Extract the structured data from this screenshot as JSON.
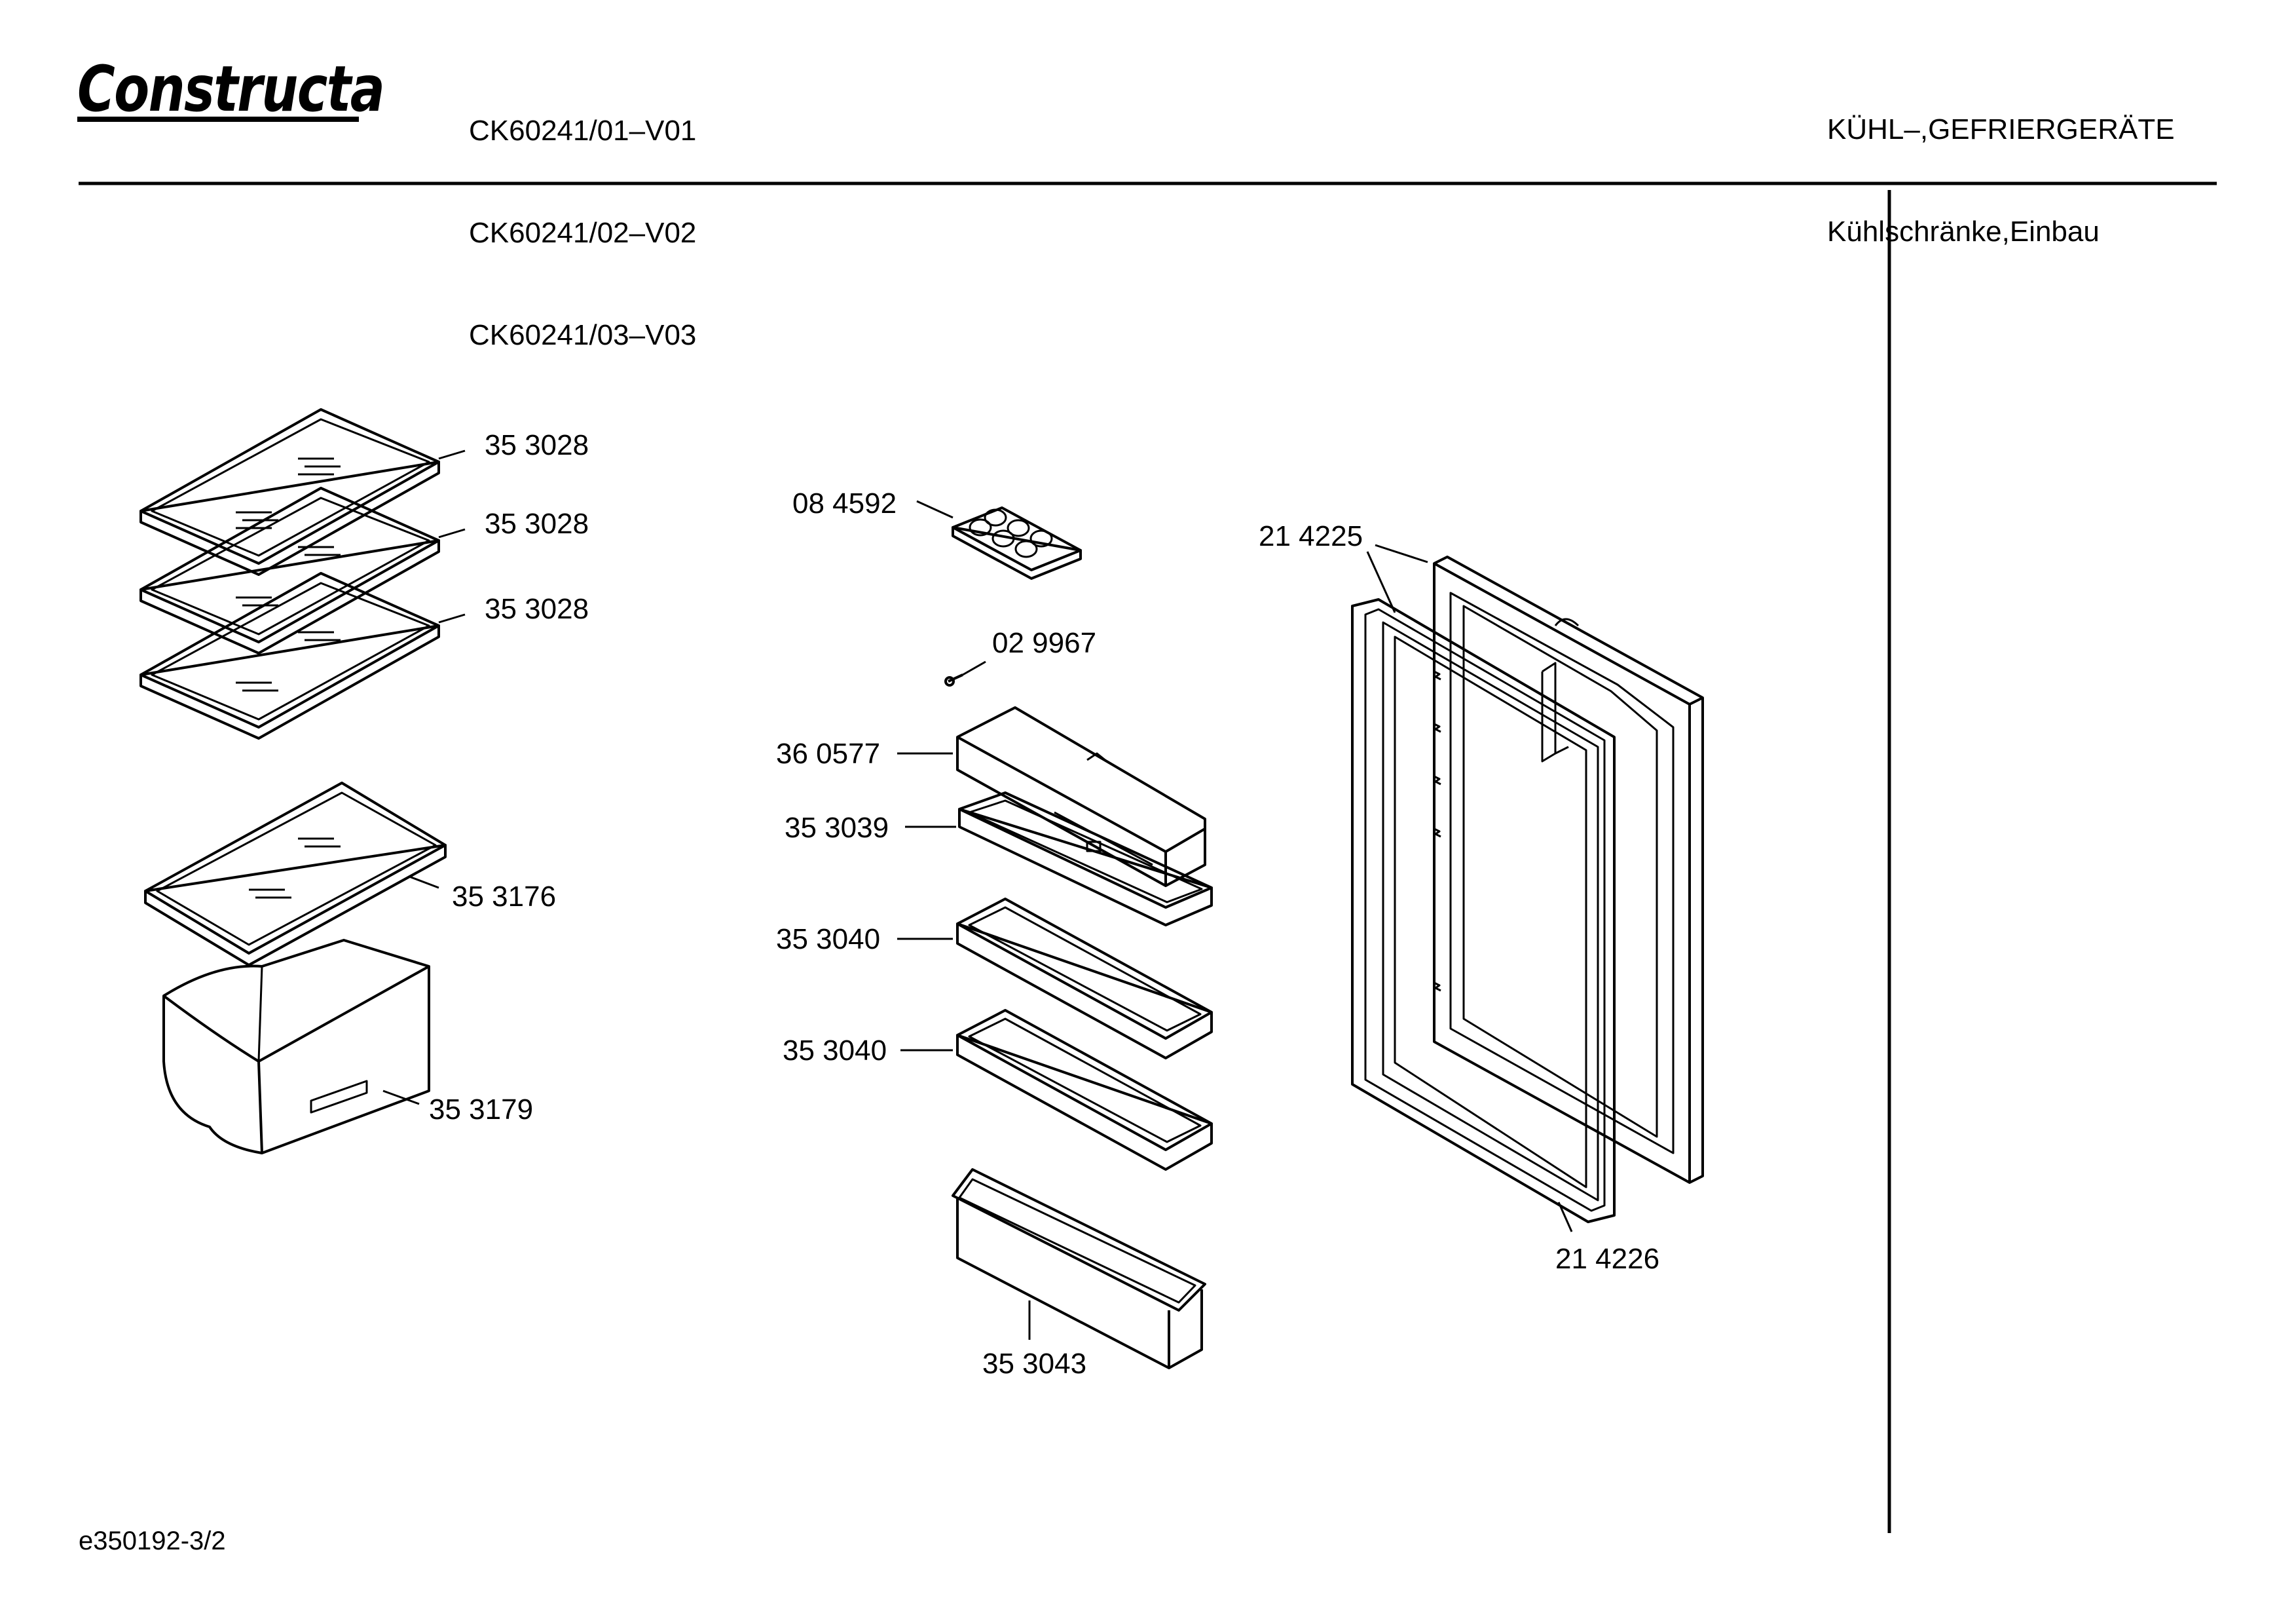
{
  "header": {
    "brand": "Constructa",
    "models": [
      "CK60241/01–V01",
      "CK60241/02–V02",
      "CK60241/03–V03"
    ],
    "category_line1": "KÜHL–,GEFRIERGERÄTE",
    "category_line2": "Kühlschränke,Einbau"
  },
  "parts": {
    "shelf_1": "35 3028",
    "shelf_2": "35 3028",
    "shelf_3": "35 3028",
    "crisper_cover": "35 3176",
    "crisper_drawer": "35 3179",
    "egg_tray": "08 4592",
    "screw": "02 9967",
    "butter_lid": "36 0577",
    "butter_tray": "35 3039",
    "door_shelf_1": "35 3040",
    "door_shelf_2": "35 3040",
    "bottle_shelf": "35 3043",
    "door_inner": "21 4225",
    "door_seal": "21 4226"
  },
  "footer": {
    "doc_id": "e350192-3/2"
  }
}
